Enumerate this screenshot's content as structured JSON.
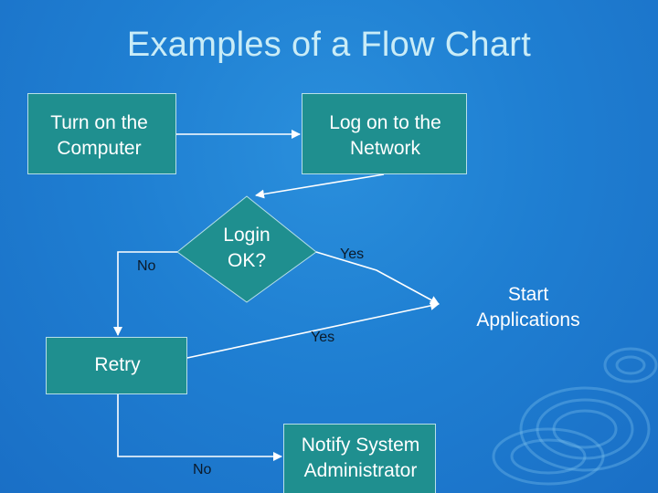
{
  "title": "Examples of a Flow Chart",
  "nodes": {
    "turn_on": "Turn on the\nComputer",
    "log_on": "Log on to the\nNetwork",
    "login_ok": "Login\nOK?",
    "start_apps": "Start\nApplications",
    "retry": "Retry",
    "notify": "Notify System\nAdministrator"
  },
  "edge_labels": {
    "no_from_login": "No",
    "yes_from_login": "Yes",
    "yes_from_retry": "Yes",
    "no_from_retry": "No"
  },
  "colors": {
    "background": "#1f7fd2",
    "node_fill": "#1f8f8f",
    "title_text": "#c9ecf7",
    "line": "#ffffff"
  }
}
